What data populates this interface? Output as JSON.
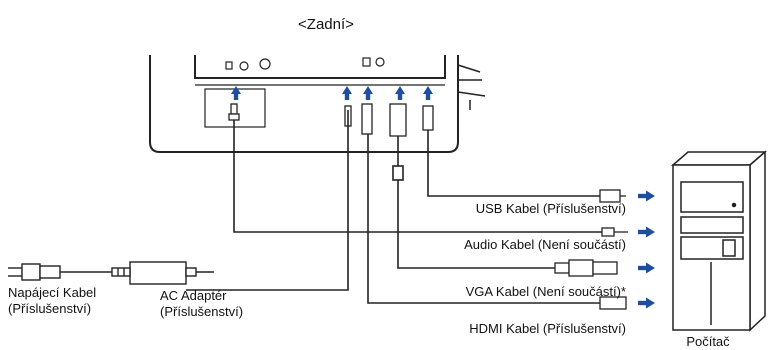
{
  "title": "<Zadní>",
  "cables": {
    "usb": "USB Kabel (Příslušenství)",
    "audio": "Audio Kabel (Není součástí)",
    "vga": "VGA Kabel (Není součástí)*",
    "hdmi": "HDMI Kabel (Příslušenství)"
  },
  "power_cable": {
    "line1": "Napájecí Kabel",
    "line2": "(Příslušenství)"
  },
  "ac_adapter": {
    "line1": "AC Adaptér",
    "line2": "(Příslušenství)"
  },
  "computer_label": "Počítač",
  "colors": {
    "arrow": "#1f4e9c",
    "line": "#222222"
  },
  "icons": [
    "arrow-up-icon",
    "arrow-right-icon",
    "plug-icon",
    "power-adapter-icon",
    "computer-tower-icon"
  ]
}
